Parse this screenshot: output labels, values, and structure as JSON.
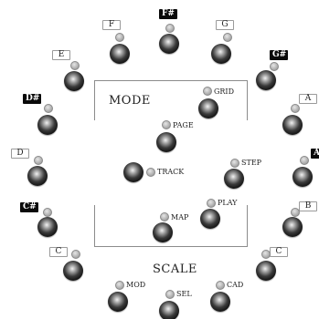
{
  "mode_title": "MODE",
  "scale_title": "SCALE",
  "notes": {
    "f": "F",
    "fs": "F#",
    "g": "G",
    "gs": "G#",
    "a": "A",
    "as": "A#",
    "b": "B",
    "c_right": "C",
    "e": "E",
    "ds": "D#",
    "d": "D",
    "cs": "C#",
    "c_left": "C"
  },
  "modes": {
    "grid": "GRID",
    "page": "PAGE",
    "track": "TRACK",
    "step": "STEP",
    "map": "MAP",
    "play": "PLAY"
  },
  "functions": {
    "mod": "MOD",
    "sel": "SEL",
    "cad": "CAD"
  },
  "colors": {
    "sharp_bg": "#0a0a0a",
    "natural_bg": "#ffffff",
    "led": "#b4b4b4",
    "knob": "#0c0c0c"
  }
}
